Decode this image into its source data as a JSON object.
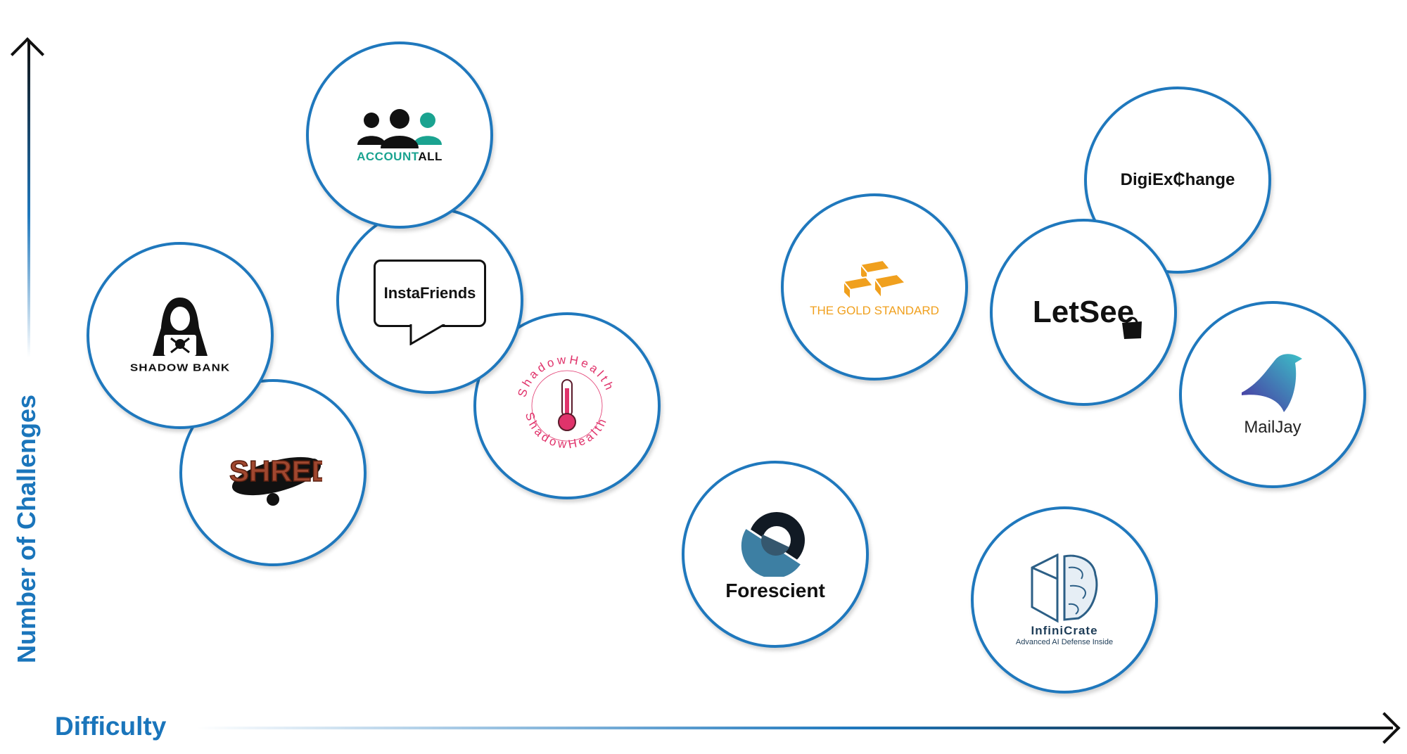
{
  "axes": {
    "y_label": "Number of Challenges",
    "x_label": "Difficulty"
  },
  "colors": {
    "accent": "#1f78bd",
    "gold": "#f0a01e",
    "teal": "#1aa390",
    "pink": "#e0336b",
    "shred": "#a0472f"
  },
  "companies": {
    "accountall": {
      "name_a": "ACCOUNT",
      "name_b": "ALL"
    },
    "instafriends": {
      "name": "InstaFriends"
    },
    "shadowbank": {
      "name": "SHADOW BANK"
    },
    "shred": {
      "name": "SHRED"
    },
    "shadowhealth": {
      "name": "ShadowHealth"
    },
    "forescient": {
      "name": "Forescient"
    },
    "goldstandard": {
      "name": "THE GOLD STANDARD"
    },
    "digiexchange": {
      "name": "DigiEx₵hange"
    },
    "letsee": {
      "name": "LetSee"
    },
    "mailjay": {
      "name": "MailJay"
    },
    "infinicrate": {
      "name": "InfiniCrate",
      "tagline": "Advanced AI Defense Inside"
    }
  }
}
